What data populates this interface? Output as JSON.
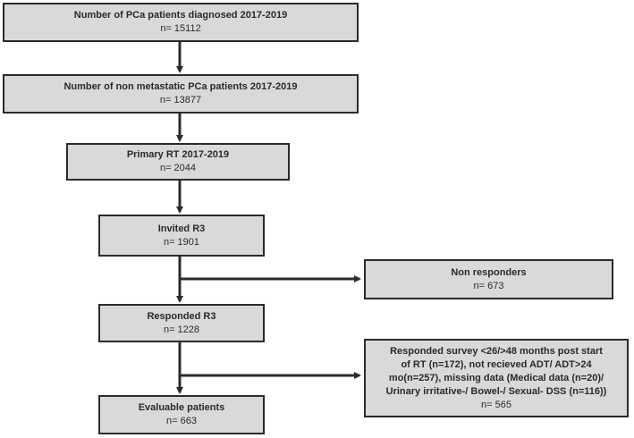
{
  "flowchart": {
    "boxes": [
      {
        "id": "diagnosed",
        "title": "Number of PCa patients diagnosed 2017-2019",
        "count": "n= 15112"
      },
      {
        "id": "non-metastatic",
        "title": "Number of non metastatic PCa patients 2017-2019",
        "count": "n= 13877"
      },
      {
        "id": "primary-rt",
        "title": "Primary RT 2017-2019",
        "count": "n= 2044"
      },
      {
        "id": "invited",
        "title": "Invited R3",
        "count": "n= 1901"
      },
      {
        "id": "non-responders",
        "title": "Non responders",
        "count": "n= 673"
      },
      {
        "id": "responded",
        "title": "Responded R3",
        "count": "n= 1228"
      },
      {
        "id": "excluded",
        "title_lines": [
          "Responded survey <26/>48 months post start",
          "of  RT (n=172), not recieved ADT/ ADT>24",
          "mo(n=257), missing data (Medical data (n=20)/",
          "Urinary irritative-/ Bowel-/ Sexual- DSS (n=116))"
        ],
        "count": "n= 565"
      },
      {
        "id": "evaluable",
        "title": "Evaluable patients",
        "count": "n= 663"
      }
    ],
    "colors": {
      "box_fill": "#d9d9d9",
      "border": "#2b2b2b",
      "text": "#2a2a2a"
    }
  }
}
